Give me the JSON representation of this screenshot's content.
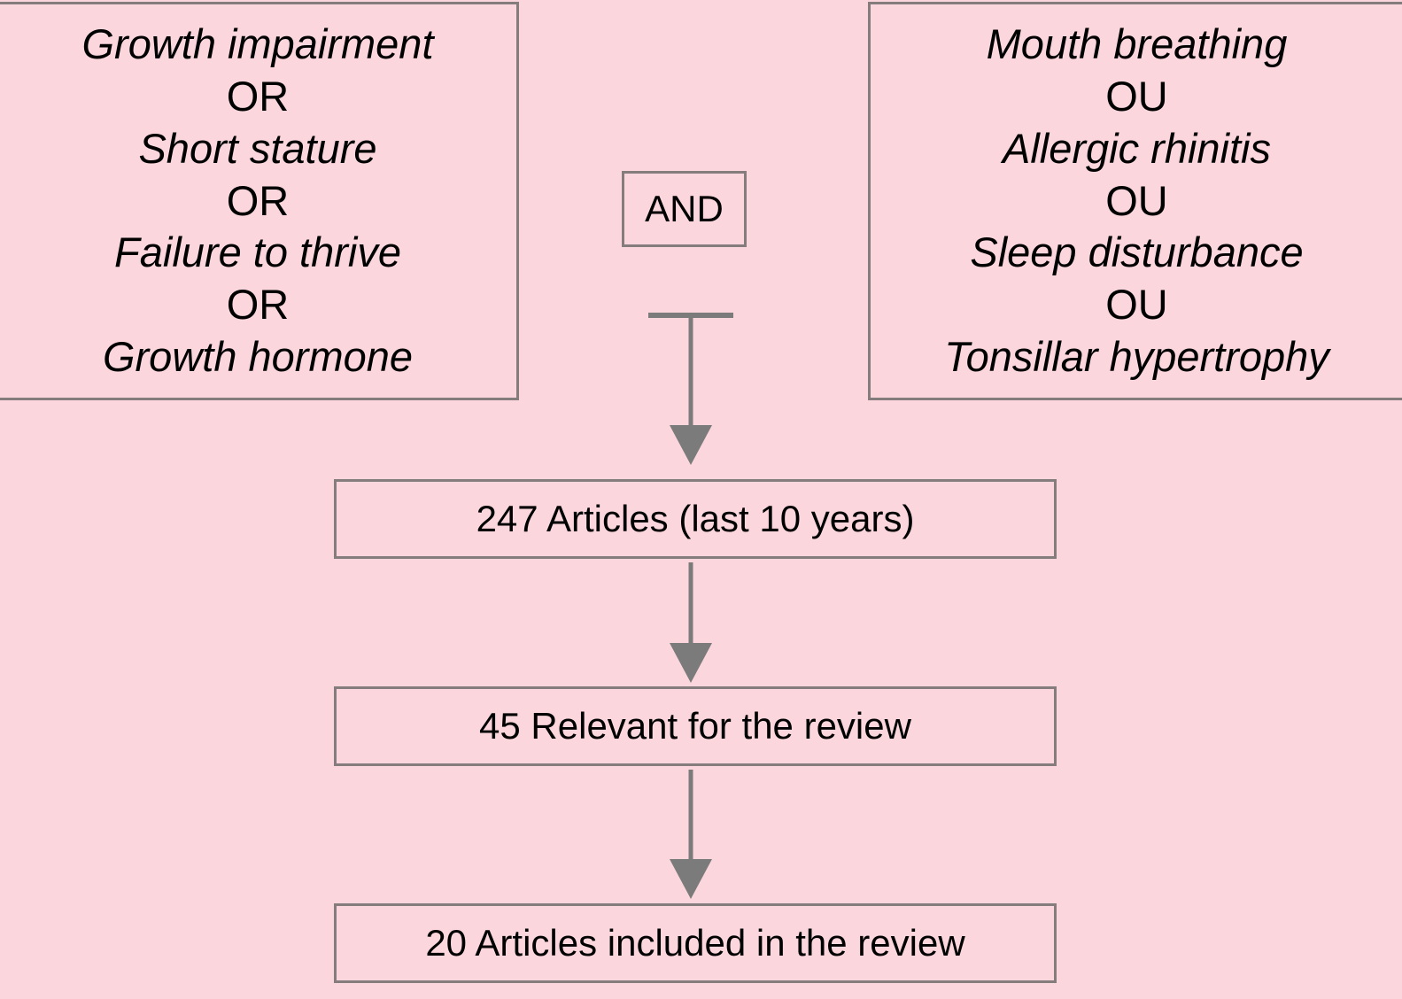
{
  "colors": {
    "background": "#fbd7dd",
    "box_border": "#857d7d",
    "arrow": "#7b7b7b",
    "text": "#000000"
  },
  "left_query_box": {
    "name": "growth-criteria",
    "lines": [
      {
        "text": "Growth impairment",
        "style": "term"
      },
      {
        "text": "OR",
        "style": "operator"
      },
      {
        "text": "Short stature",
        "style": "term"
      },
      {
        "text": "OR",
        "style": "operator"
      },
      {
        "text": "Failure to thrive",
        "style": "term"
      },
      {
        "text": "OR",
        "style": "operator"
      },
      {
        "text": "Growth hormone",
        "style": "term"
      }
    ]
  },
  "connector": {
    "label": "AND"
  },
  "right_query_box": {
    "name": "airway-criteria",
    "lines": [
      {
        "text": "Mouth breathing",
        "style": "term"
      },
      {
        "text": "OU",
        "style": "operator"
      },
      {
        "text": "Allergic rhinitis",
        "style": "term"
      },
      {
        "text": "OU",
        "style": "operator"
      },
      {
        "text": "Sleep disturbance",
        "style": "term"
      },
      {
        "text": "OU",
        "style": "operator"
      },
      {
        "text": "Tonsillar hypertrophy",
        "style": "term"
      }
    ]
  },
  "results": {
    "found": {
      "label": "247 Articles (last 10 years)",
      "count": 247
    },
    "relevant": {
      "label": "45 Relevant for the review",
      "count": 45
    },
    "included": {
      "label": "20 Articles included in the review",
      "count": 20
    }
  }
}
